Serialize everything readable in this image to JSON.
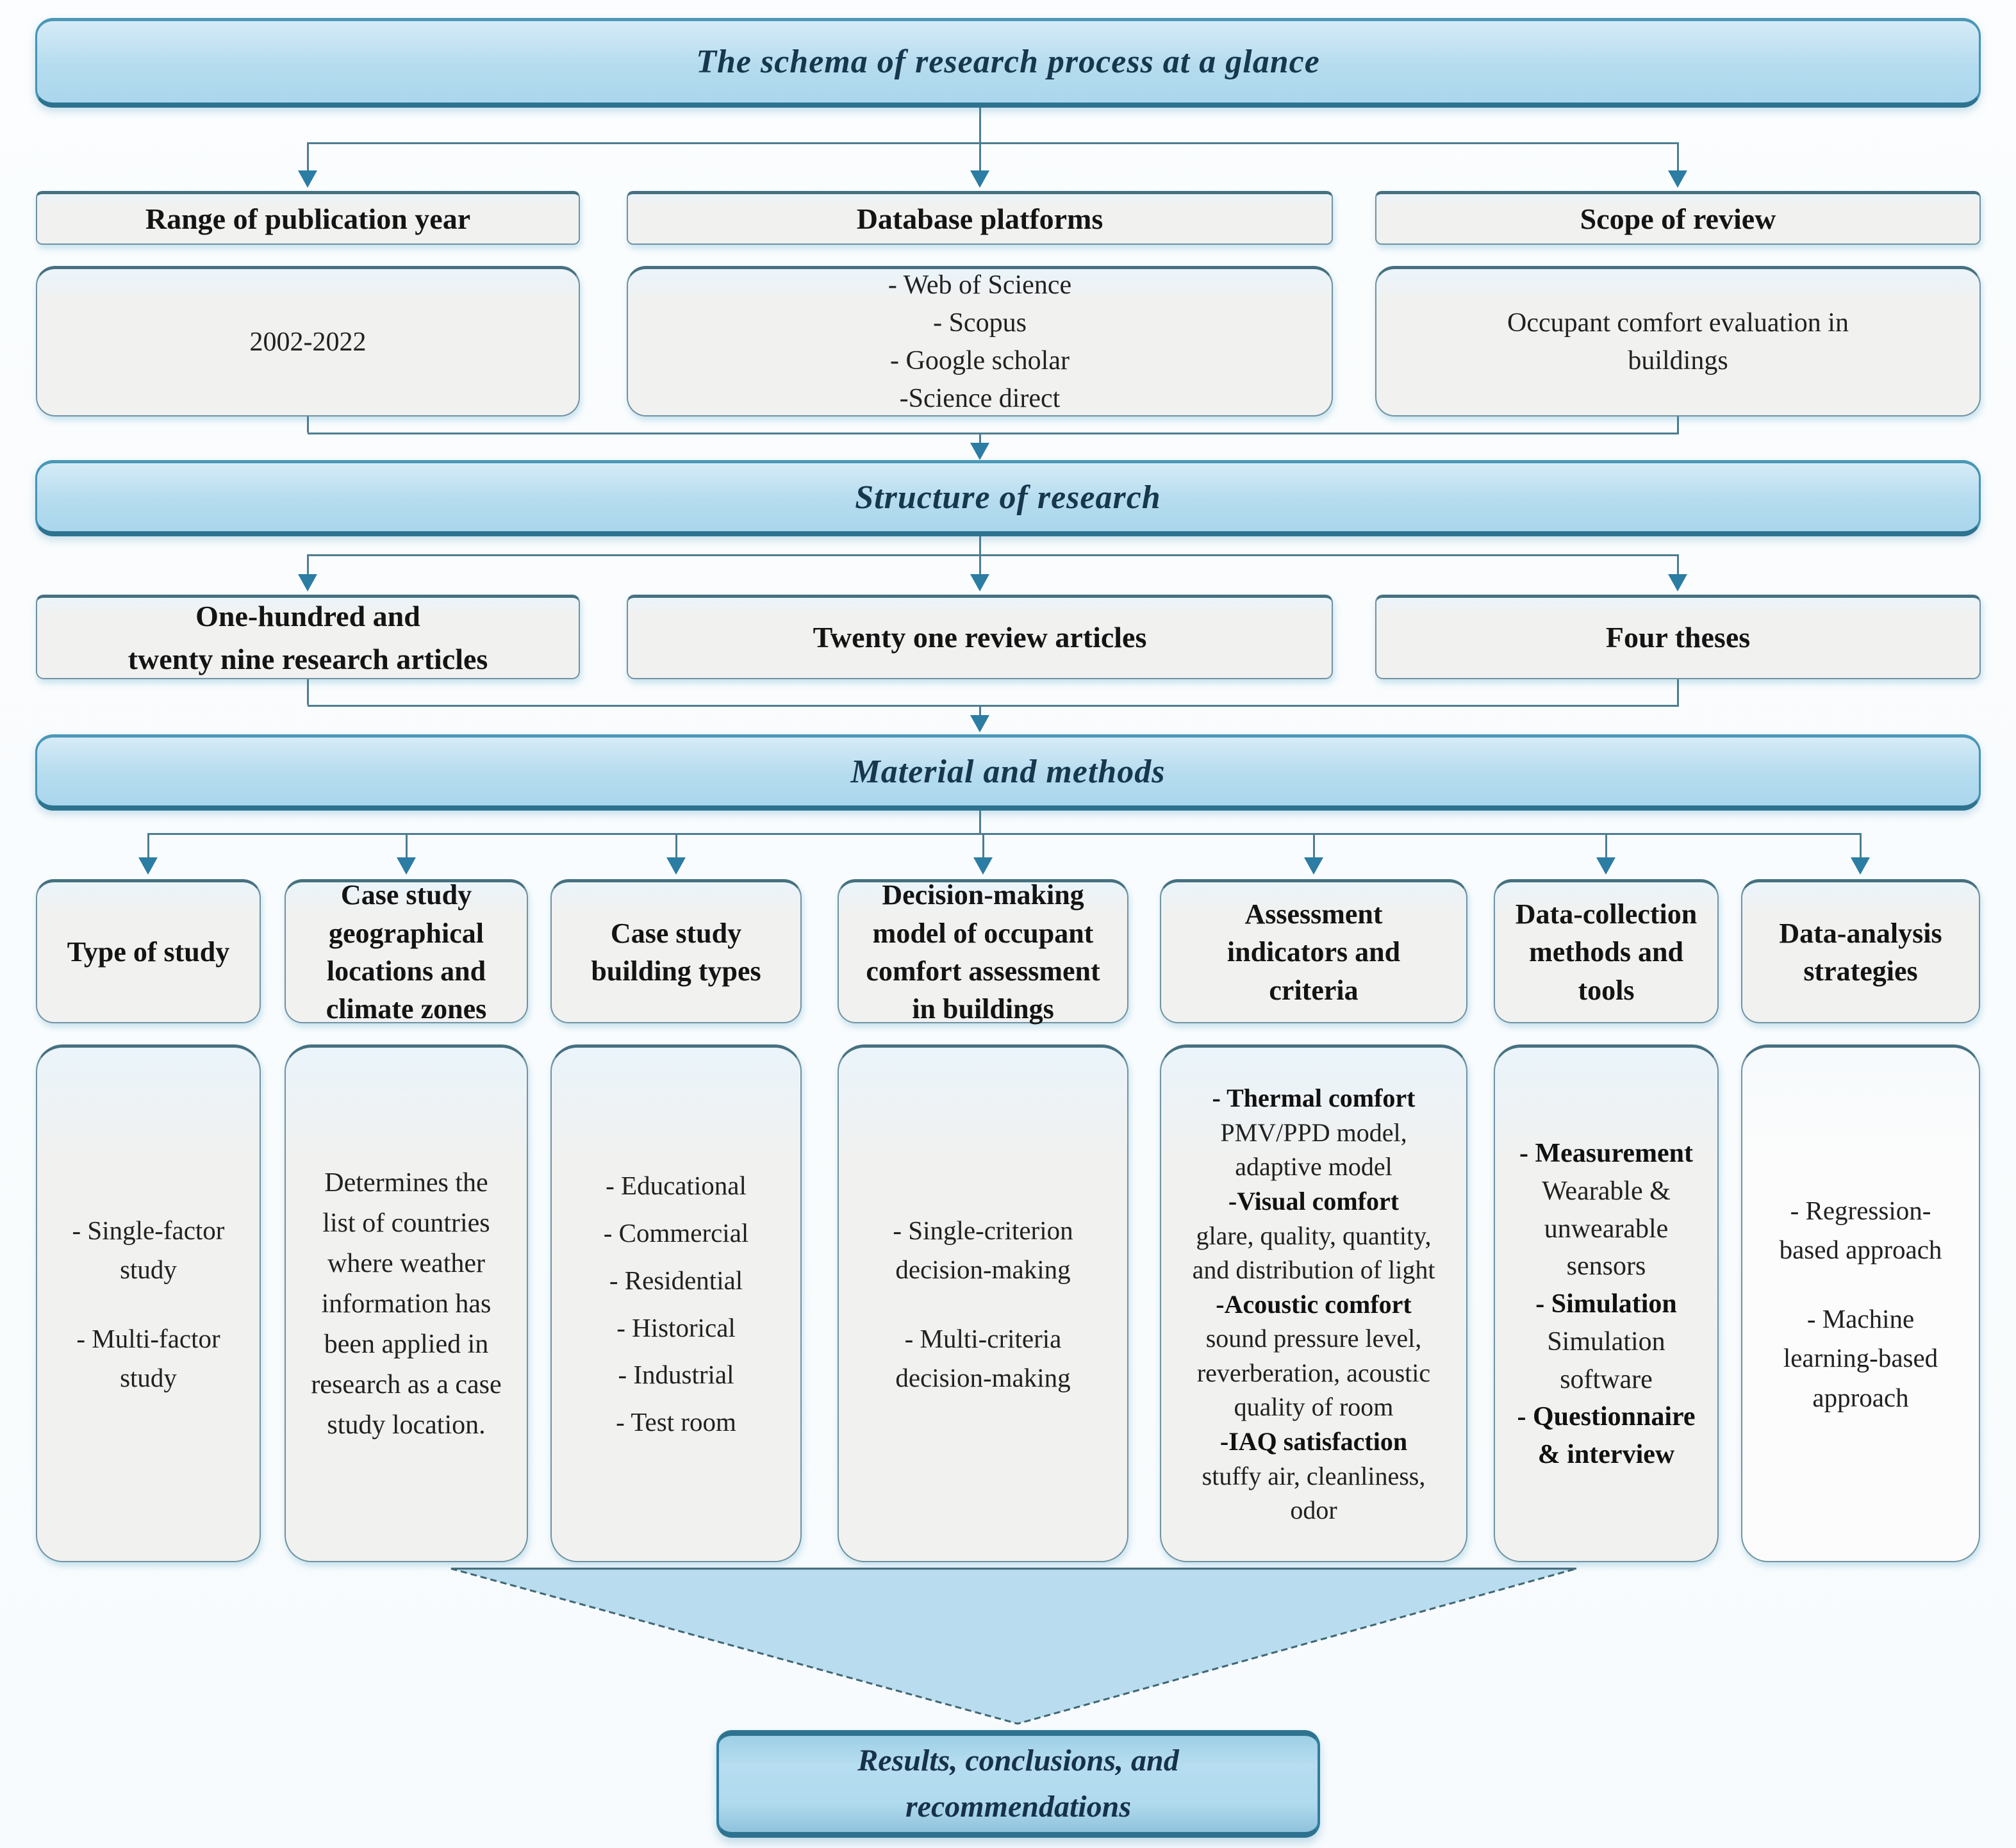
{
  "banner_top": {
    "label": "The schema of research process at a glance"
  },
  "banner_structure": {
    "label": "Structure of research"
  },
  "banner_methods": {
    "label": "Material and methods"
  },
  "row1": [
    {
      "header": "Range of publication year",
      "body": [
        "2002-2022"
      ]
    },
    {
      "header": "Database platforms",
      "body": [
        "- Web of Science",
        "- Scopus",
        "- Google scholar",
        "-Science direct"
      ]
    },
    {
      "header": "Scope of review",
      "body": [
        "Occupant comfort evaluation in",
        "buildings"
      ]
    }
  ],
  "row2": [
    {
      "label": [
        "One-hundred and",
        "twenty nine research articles"
      ]
    },
    {
      "label": [
        "Twenty one review articles"
      ]
    },
    {
      "label": [
        "Four theses"
      ]
    }
  ],
  "columns": [
    {
      "header": [
        "Type of study"
      ],
      "body": [
        "- Single-factor",
        "study",
        "",
        "- Multi-factor",
        "study"
      ]
    },
    {
      "header": [
        "Case study",
        "geographical",
        "locations and",
        "climate zones"
      ],
      "body": [
        "Determines the",
        "list of countries",
        "where weather",
        "information has",
        "been applied in",
        "research as a case",
        "study location."
      ]
    },
    {
      "header": [
        "Case study",
        "building types"
      ],
      "body": [
        "- Educational",
        "- Commercial",
        "- Residential",
        "- Historical",
        "- Industrial",
        "- Test room"
      ]
    },
    {
      "header": [
        "Decision-making",
        "model of occupant",
        "comfort assessment",
        "in buildings"
      ],
      "body": [
        "- Single-criterion",
        "decision-making",
        "",
        "- Multi-criteria",
        "decision-making"
      ]
    },
    {
      "header": [
        "Assessment",
        "indicators and",
        "criteria"
      ],
      "body": [
        {
          "t": "- Thermal comfort",
          "b": true
        },
        "PMV/PPD model,",
        "adaptive model",
        {
          "t": "-Visual comfort",
          "b": true
        },
        "glare, quality, quantity,",
        "and distribution of light",
        {
          "t": "-Acoustic comfort",
          "b": true
        },
        "sound pressure level,",
        "reverberation, acoustic",
        "quality of room",
        {
          "t": "-IAQ satisfaction",
          "b": true
        },
        "stuffy air, cleanliness,",
        "odor"
      ]
    },
    {
      "header": [
        "Data-collection",
        "methods and",
        "tools"
      ],
      "body": [
        {
          "t": "- Measurement",
          "b": true
        },
        "Wearable &",
        "unwearable",
        "sensors",
        {
          "t": "- Simulation",
          "b": true
        },
        "Simulation",
        "software",
        {
          "t": "- Questionnaire",
          "b": true
        },
        {
          "t": "& interview",
          "b": true
        }
      ]
    },
    {
      "header": [
        "Data-analysis",
        "strategies"
      ],
      "body": [
        "- Regression-",
        "based approach",
        "",
        "- Machine",
        "learning-based",
        "approach"
      ]
    }
  ],
  "final_box": {
    "label": [
      "Results, conclusions, and",
      "recommendations"
    ]
  },
  "colors": {
    "banner_fill": "#b5dcee",
    "banner_border": "#2d7390",
    "box_fill": "#f1f1f0",
    "box_border": "#6f93a2",
    "line": "#4d7d8f",
    "arrow": "#2b7da3",
    "funnel_fill": "#b9dcee",
    "funnel_stroke": "#3f6775",
    "title_text": "#16374e",
    "body_text": "#212121"
  }
}
